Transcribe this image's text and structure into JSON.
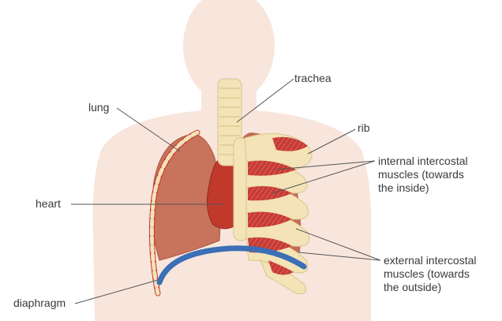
{
  "labels": {
    "trachea": "trachea",
    "lung": "lung",
    "rib": "rib",
    "internal_intercostal": "internal intercostal\nmuscles (towards\nthe inside)",
    "heart": "heart",
    "external_intercostal": "external intercostal\nmuscles (towards\nthe outside)",
    "diaphragm": "diaphragm"
  },
  "colors": {
    "body": "#f8e6dd",
    "bone": "#f3e3b6",
    "muscle": "#c73a35",
    "lung": "#c8735c",
    "heart": "#c0392b",
    "diaphragm": "#3b6fb6",
    "leader_line": "#555555"
  }
}
